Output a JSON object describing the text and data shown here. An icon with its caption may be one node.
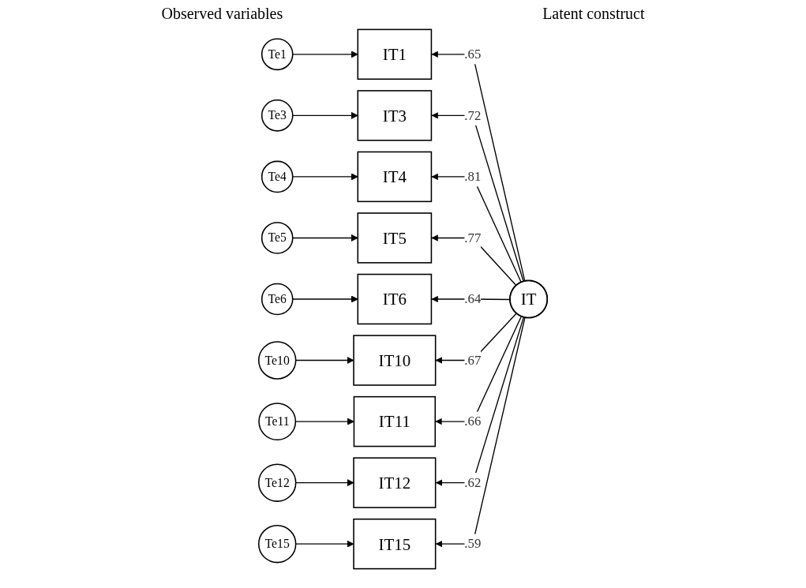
{
  "diagram": {
    "nodes": [
      {
        "text": [
          "Te1"
        ]
      },
      {
        "text": [
          "IT1"
        ]
      },
      {
        "text": [
          "Te3"
        ]
      },
      {
        "text": [
          "IT3"
        ]
      },
      {
        "text": [
          "Te4"
        ]
      },
      {
        "text": [
          "IT4"
        ]
      },
      {
        "text": [
          "Te5"
        ]
      },
      {
        "text": [
          "IT5"
        ]
      },
      {
        "text": [
          "Te6"
        ]
      },
      {
        "text": [
          "IT6"
        ]
      },
      {
        "text": [
          "Te10"
        ]
      },
      {
        "text": [
          "IT10"
        ]
      },
      {
        "text": [
          "Te11"
        ]
      },
      {
        "text": [
          "IT11"
        ]
      },
      {
        "text": [
          "Te12"
        ]
      },
      {
        "text": [
          "IT12"
        ]
      },
      {
        "text": [
          "Te15"
        ]
      },
      {
        "text": [
          "IT15"
        ]
      },
      {
        "text": [
          "IT"
        ]
      }
    ],
    "edges": [
      {
        "from": 0,
        "to": 1,
        "arrow": "to"
      },
      {
        "from": 2,
        "to": 3,
        "arrow": "to"
      },
      {
        "from": 4,
        "to": 5,
        "arrow": "to"
      },
      {
        "from": 6,
        "to": 7,
        "arrow": "to"
      },
      {
        "from": 8,
        "to": 9,
        "arrow": "to"
      },
      {
        "from": 10,
        "to": 11,
        "arrow": "to"
      },
      {
        "from": 12,
        "to": 13,
        "arrow": "to"
      },
      {
        "from": 14,
        "to": 15,
        "arrow": "to"
      },
      {
        "from": 16,
        "to": 17,
        "arrow": "to"
      },
      {
        "from": 18,
        "to": 1,
        "arrow": "to",
        "label": ".65"
      },
      {
        "from": 18,
        "to": 3,
        "arrow": "to",
        "label": ".72"
      },
      {
        "from": 18,
        "to": 5,
        "arrow": "to",
        "label": ".81"
      },
      {
        "from": 18,
        "to": 7,
        "arrow": "to",
        "label": ".77"
      },
      {
        "from": 18,
        "to": 9,
        "arrow": "to",
        "label": ".64"
      },
      {
        "from": 18,
        "to": 11,
        "arrow": "to",
        "label": ".67"
      },
      {
        "from": 18,
        "to": 13,
        "arrow": "to",
        "label": ".66"
      },
      {
        "from": 18,
        "to": 15,
        "arrow": "to",
        "label": ".62"
      },
      {
        "from": 18,
        "to": 17,
        "arrow": "to",
        "label": ".59"
      }
    ],
    "labels": [
      "Observed variables",
      "Latent construct"
    ]
  }
}
